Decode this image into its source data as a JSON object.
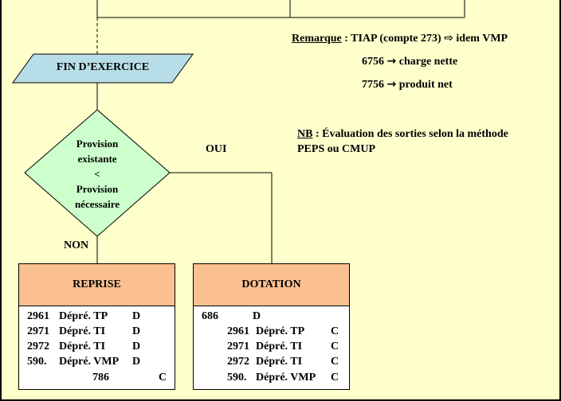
{
  "remark": {
    "label": "Remarque",
    "line1": " : TIAP (compte 273) ",
    "line1_end": " idem VMP",
    "line2_code": "6756",
    "line2_text": " charge nette",
    "line3_code": "7756",
    "line3_text": " produit net"
  },
  "nb": {
    "label": "NB",
    "line1": " : Évaluation des sorties selon la méthode",
    "line2": "PEPS ou CMUP"
  },
  "fin_exercice": "FIN D’EXERCICE",
  "decision": {
    "line1": "Provision",
    "line2": "existante",
    "line3": "<",
    "line4": "Provision",
    "line5": "nécessaire",
    "yes": "OUI",
    "no": "NON"
  },
  "reprise": {
    "title": "REPRISE",
    "rows": [
      {
        "acct": "2961",
        "label": "Dépré. TP",
        "side": "D"
      },
      {
        "acct": "2971",
        "label": "Dépré. TI",
        "side": "D"
      },
      {
        "acct": "2972",
        "label": "Dépré. TI",
        "side": "D"
      },
      {
        "acct": "590.",
        "label": "Dépré. VMP",
        "side": "D"
      }
    ],
    "credit_acct": "786",
    "credit_side": "C"
  },
  "dotation": {
    "title": "DOTATION",
    "debit_acct": "686",
    "debit_side": "D",
    "rows": [
      {
        "acct": "2961",
        "label": "Dépré. TP",
        "side": "C"
      },
      {
        "acct": "2971",
        "label": "Dépré. TI",
        "side": "C"
      },
      {
        "acct": "2972",
        "label": "Dépré. TI",
        "side": "C"
      },
      {
        "acct": "590.",
        "label": "Dépré. VMP",
        "side": "C"
      }
    ]
  },
  "colors": {
    "background": "#ffffcc",
    "parallelogram": "#b7dee8",
    "diamond": "#ccffcc",
    "box_header": "#fac090"
  }
}
